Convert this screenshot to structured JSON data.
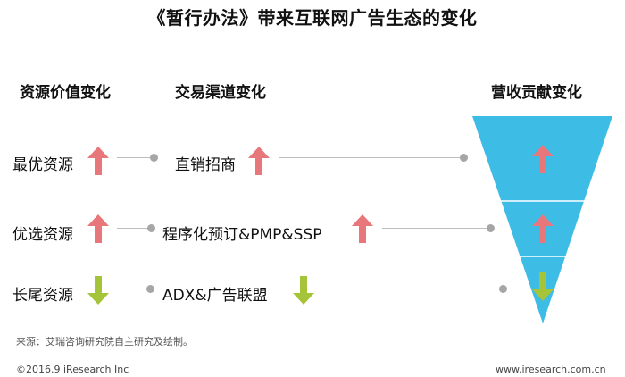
{
  "title": "《暂行办法》带来互联网广告生态的变化",
  "columns": {
    "resource": "资源价值变化",
    "channel": "交易渠道变化",
    "revenue": "营收贡献变化"
  },
  "rows": [
    {
      "resource": "最优资源",
      "channel": "直销招商",
      "trend": "up"
    },
    {
      "resource": "优选资源",
      "channel": "程序化预订&PMP&SSP",
      "trend": "up"
    },
    {
      "resource": "长尾资源",
      "channel": "ADX&广告联盟",
      "trend": "down"
    }
  ],
  "colors": {
    "up_arrow": "#E8777B",
    "down_arrow": "#A6C43A",
    "funnel": "#3DBCE6",
    "connector": "#BDBDBD",
    "dot": "#A6A6A6"
  },
  "source": "来源：艾瑞咨询研究院自主研究及绘制。",
  "footer": {
    "copyright": "©2016.9 iResearch Inc",
    "website": "www.iresearch.com.cn"
  }
}
